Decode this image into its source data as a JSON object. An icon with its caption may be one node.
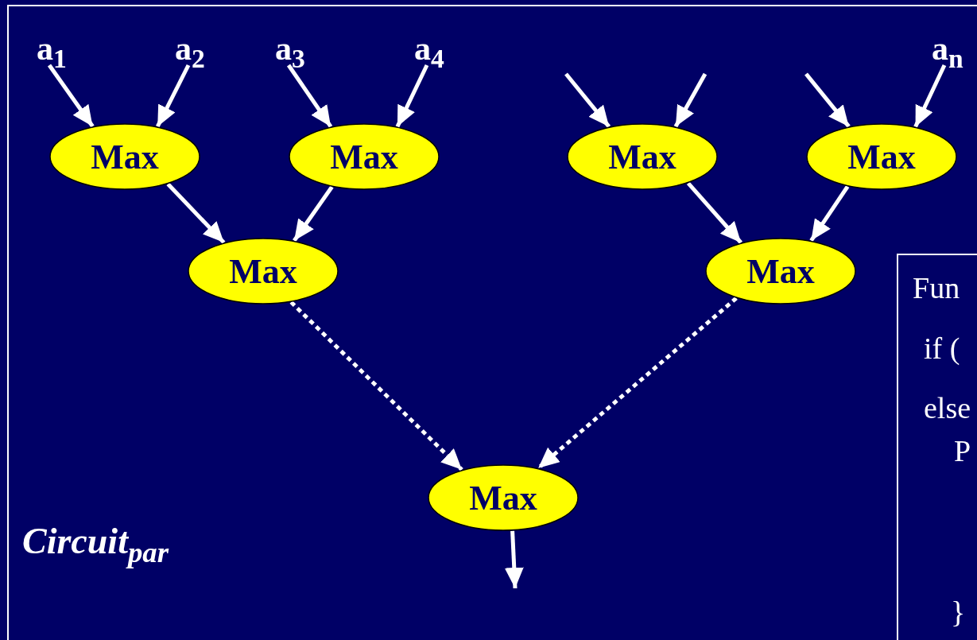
{
  "diagram": {
    "nodes": [
      {
        "text": [
          "a$_{1}$"
        ]
      },
      {
        "text": [
          "a$_{2}$"
        ]
      },
      {
        "text": [
          "a$_{3}$"
        ]
      },
      {
        "text": [
          "a$_{4}$"
        ]
      },
      {
        "text": [
          "a$_{n}$"
        ]
      },
      {
        "text": [
          "Max"
        ]
      },
      {
        "text": [
          "Max"
        ]
      },
      {
        "text": [
          "Max"
        ]
      },
      {
        "text": [
          "Max"
        ]
      },
      {
        "text": [
          "Max"
        ]
      },
      {
        "text": [
          "Max"
        ]
      },
      {
        "text": [
          "Max"
        ]
      },
      {
        "text": [
          "Fun",
          "if (",
          "else",
          "P",
          "}"
        ]
      }
    ],
    "edges": [
      {
        "from": 0,
        "to": 5,
        "arrow": "to"
      },
      {
        "from": 1,
        "to": 5,
        "arrow": "to"
      },
      {
        "from": 2,
        "to": 6,
        "arrow": "to"
      },
      {
        "from": 3,
        "to": 6,
        "arrow": "to"
      },
      {
        "from": null,
        "to": 7,
        "arrow": "to"
      },
      {
        "from": null,
        "to": 7,
        "arrow": "to"
      },
      {
        "from": null,
        "to": 8,
        "arrow": "to"
      },
      {
        "from": 4,
        "to": 8,
        "arrow": "to"
      },
      {
        "from": 5,
        "to": 9,
        "arrow": "to"
      },
      {
        "from": 6,
        "to": 9,
        "arrow": "to"
      },
      {
        "from": 7,
        "to": 10,
        "arrow": "to"
      },
      {
        "from": 8,
        "to": 10,
        "arrow": "to"
      },
      {
        "from": 9,
        "to": 11,
        "arrow": "to",
        "style": "dashed"
      },
      {
        "from": 10,
        "to": 11,
        "arrow": "to",
        "style": "dashed"
      },
      {
        "from": 11,
        "to": null,
        "arrow": "to"
      }
    ],
    "labels": [
      "Circuit$_{par}$"
    ]
  }
}
